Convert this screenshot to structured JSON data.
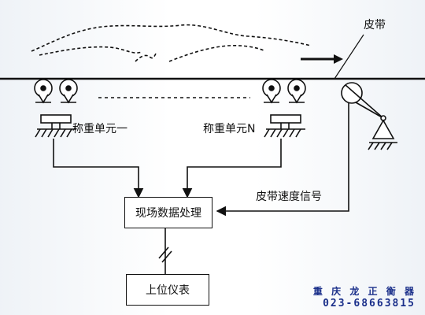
{
  "labels": {
    "belt": "皮带",
    "weighing_unit_1": "称重单元一",
    "weighing_unit_n": "称重单元N",
    "belt_speed_signal": "皮带速度信号",
    "onsite_processing": "现场数据处理",
    "host_instrument": "上位仪表"
  },
  "watermark": {
    "company": "重 庆 龙 正 衡 器",
    "phone": "023-68663815"
  },
  "colors": {
    "line": "#111111",
    "watermark": "#1a2f8a"
  }
}
